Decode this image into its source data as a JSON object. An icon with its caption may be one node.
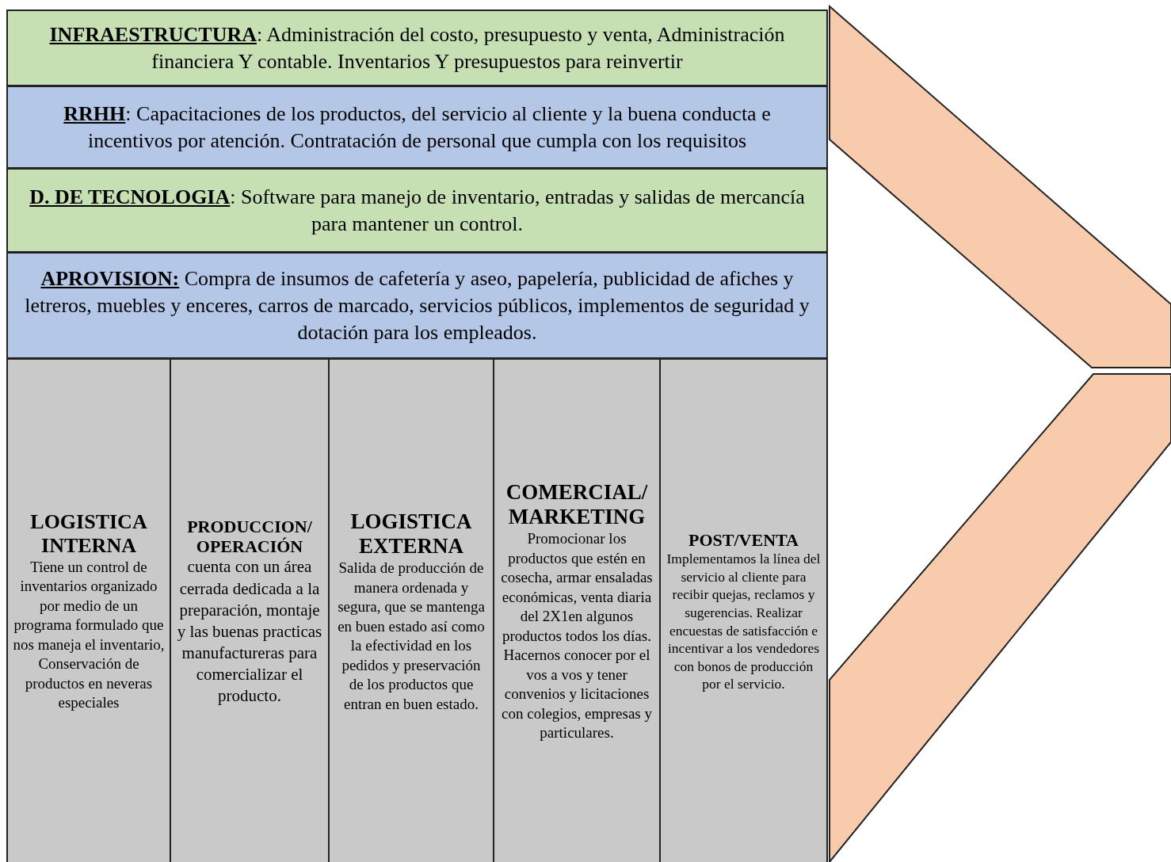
{
  "diagram": {
    "nodes": [
      {
        "text": [
          "**INFRAESTRUCTURA**: Administración del costo, presupuesto y venta, Administración financiera Y contable. Inventarios Y presupuestos para reinvertir"
        ]
      },
      {
        "text": [
          "**RRHH**: Capacitaciones de los productos, del servicio al cliente y la buena conducta e incentivos por atención. Contratación de personal que cumpla con los requisitos"
        ]
      },
      {
        "text": [
          "**D. DE TECNOLOGIA**: Software para manejo de inventario, entradas y salidas de mercancía para mantener un control."
        ]
      },
      {
        "text": [
          "**APROVISION:** Compra de insumos de cafetería y aseo, papelería, publicidad de afiches y letreros, muebles y enceres, carros de marcado, servicios públicos, implementos de seguridad y dotación para los empleados."
        ]
      },
      {
        "text": [
          "LOGISTICA INTERNA",
          "Tiene un control de inventarios organizado por medio de un programa formulado que nos maneja el inventario, Conservación de productos en neveras especiales"
        ]
      },
      {
        "text": [
          "PRODUCCION/ OPERACIÓN",
          "cuenta con un área cerrada dedicada a la preparación, montaje y las buenas practicas manufactureras para comercializar el producto."
        ]
      },
      {
        "text": [
          "LOGISTICA EXTERNA",
          "Salida de producción de manera ordenada y segura, que se mantenga en buen estado así como la efectividad en los pedidos y preservación de los productos que entran en buen estado."
        ]
      },
      {
        "text": [
          "COMERCIAL/MARKETING",
          "Promocionar los productos que estén en cosecha, armar ensaladas económicas, venta diaria del 2X1en algunos productos todos los días. Hacernos conocer por el vos a vos y tener convenios y licitaciones con colegios, empresas y particulares."
        ]
      },
      {
        "text": [
          "POST/VENTA",
          "Implementamos la línea del servicio al cliente para recibir quejas, reclamos y sugerencias. Realizar encuestas de satisfacción e incentivar a los vendedores con bonos de producción por el servicio."
        ]
      },
      {
        "text": [],
        "shape": "chevron"
      }
    ]
  }
}
